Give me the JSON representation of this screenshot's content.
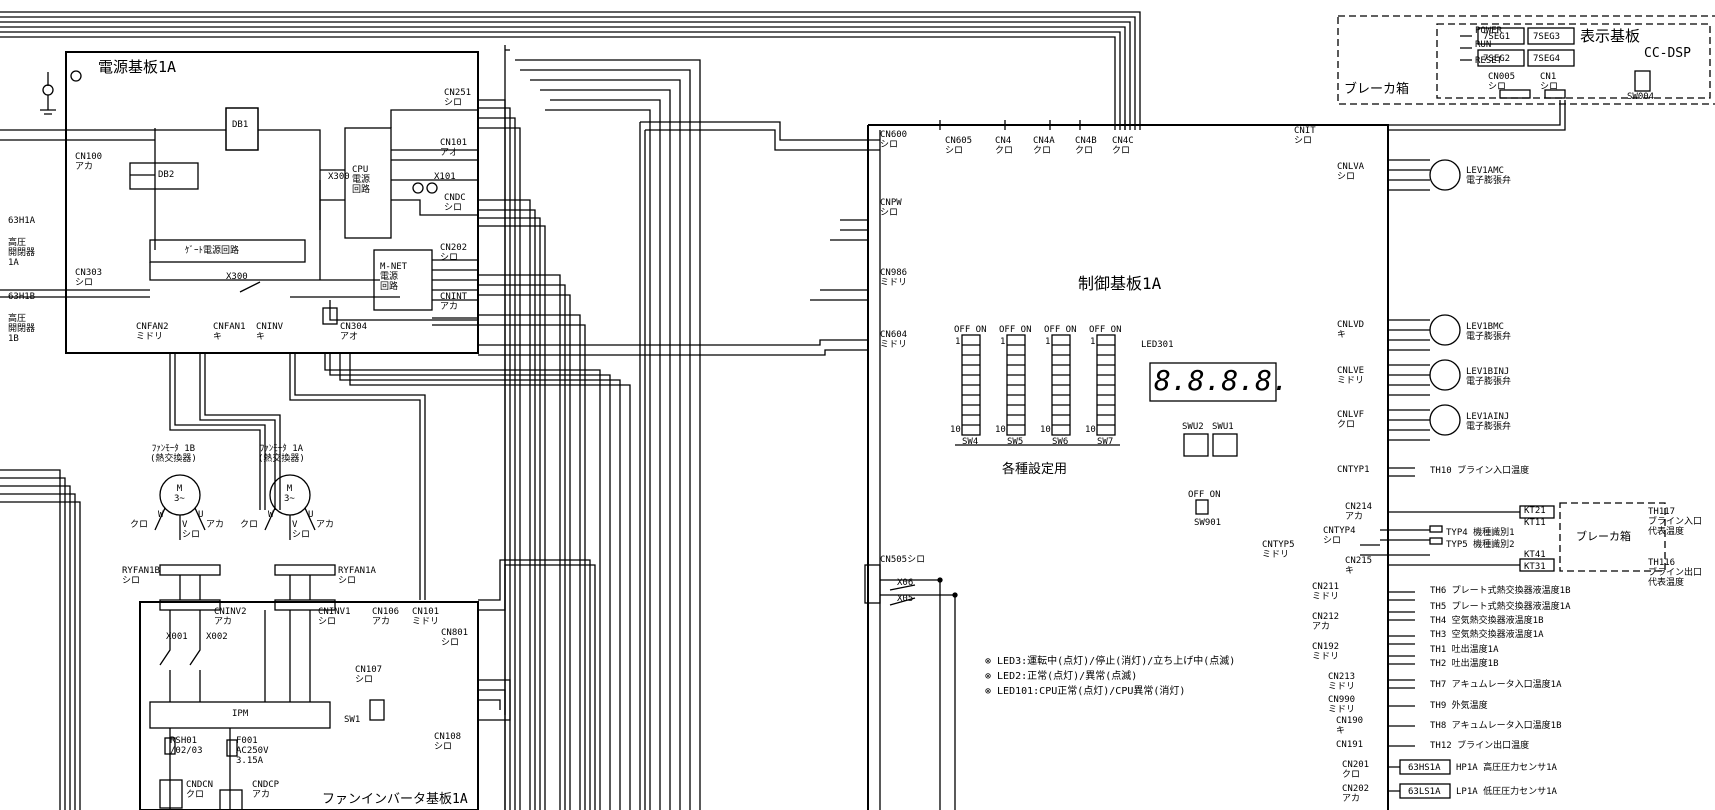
{
  "boards": {
    "power": "電源基板1A",
    "control": "制御基板1A",
    "inverter": "ファンインバータ基板1A",
    "display": "表示基板",
    "display_code": "CC-DSP",
    "breaker_box": "ブレーカ箱",
    "breaker_box2": "ブレーカ箱"
  },
  "blocks": {
    "cpu": "CPU\n電源\n回路",
    "mnet": "M-NET\n電源\n回路",
    "gate": "ｹﾞｰﾄ電源回路",
    "ipm": "IPM",
    "db1": "DB1",
    "db2": "DB2"
  },
  "power_connectors": {
    "cn100": "CN100\nアカ",
    "cn303": "CN303\nシロ",
    "cn251": "CN251\nシロ",
    "cn101": "CN101\nアオ",
    "cndc": "CNDC\nシロ",
    "cn202": "CN202\nシロ",
    "cnint": "CNINT\nアカ",
    "cn304": "CN304\nアオ",
    "cnfan2": "CNFAN2\nミドリ",
    "cnfan1": "CNFAN1\nキ",
    "cninv": "CNINV\nキ",
    "x300a": "X300",
    "x300b": "X300",
    "x101": "X101"
  },
  "pressure_switches": {
    "h1a_code": "63H1A",
    "h1a_name": "高圧\n開閉器\n1A",
    "h1b_code": "63H1B",
    "h1b_name": "高圧\n開閉器\n1B"
  },
  "fans": {
    "fan1b_title": "ﾌｧﾝﾓｰﾀ 1B\n(熱交換器)",
    "fan1a_title": "ﾌｧﾝﾓｰﾀ 1A\n(熱交換器)",
    "motor_symbol": "M\n3~",
    "ryfan1b": "RYFAN1B\nシロ",
    "ryfan1a": "RYFAN1A\nシロ",
    "phase_w": "W",
    "phase_v": "V",
    "phase_u": "U",
    "kuro": "クロ",
    "shiro": "シロ",
    "aka": "アカ"
  },
  "inverter_parts": {
    "cninv2": "CNINV2\nアカ",
    "cninv1": "CNINV1\nシロ",
    "cn106": "CN106\nアカ",
    "cn101": "CN101\nミドリ",
    "cn801": "CN801\nシロ",
    "cn107": "CN107\nシロ",
    "cn108": "CN108\nシロ",
    "x001": "X001",
    "x002": "X002",
    "rsh": "RSH01\n/02/03",
    "fuse": "F001\nAC250V\n3.15A",
    "cndcn": "CNDCN\nクロ",
    "cndcp": "CNDCP\nアカ",
    "sw1": "SW1"
  },
  "control_connectors": {
    "cn600": "CN600\nシロ",
    "cn605": "CN605\nシロ",
    "cn4": "CN4\nクロ",
    "cn4a": "CN4A\nクロ",
    "cn4b": "CN4B\nクロ",
    "cn4c": "CN4C\nクロ",
    "cnpw": "CNPW\nシロ",
    "cn986": "CN986\nミドリ",
    "cn604": "CN604\nミドリ",
    "cn505": "CN505シロ",
    "x06": "X06",
    "x05": "X05",
    "cnit": "CNIT\nシロ"
  },
  "control_panel": {
    "dip_names": [
      "SW4",
      "SW5",
      "SW6",
      "SW7"
    ],
    "off_on": "OFF  ON",
    "one": "1",
    "ten": "10",
    "settings": "各種設定用",
    "led301": "LED301",
    "seg_display": "8.8.8.8.",
    "swu2": "SWU2",
    "swu1": "SWU1",
    "sw901": "SW901"
  },
  "display_board": {
    "power": "POWER",
    "run": "RUN",
    "reset": "RESET",
    "seg": [
      "7SEG1",
      "7SEG3",
      "7SEG2",
      "7SEG4"
    ],
    "cn005": "CN005\nシロ",
    "cn1": "CN1\nシロ",
    "sw004": "SW004"
  },
  "valves": [
    {
      "conn": "CNLVA\nシロ",
      "name": "LEV1AMC\n電子膨張弁"
    },
    {
      "conn": "CNLVD\nキ",
      "name": "LEV1BMC\n電子膨張弁"
    },
    {
      "conn": "CNLVE\nミドリ",
      "name": "LEV1BINJ\n電子膨張弁"
    },
    {
      "conn": "CNLVF\nクロ",
      "name": "LEV1AINJ\n電子膨張弁"
    }
  ],
  "sensors": {
    "cntyp1": "CNTYP1",
    "th10": "TH10 ブライン入口温度",
    "cn214": "CN214\nアカ",
    "cntyp4": "CNTYP4\nシロ",
    "cntyp5": "CNTYP5\nミドリ",
    "cn215": "CN215\nキ",
    "typ4": "TYP4 機種識別1",
    "typ5": "TYP5 機種識別2",
    "kt21": "KT21",
    "kt11": "KT11",
    "kt41": "KT41",
    "kt31": "KT31",
    "th117": "TH117\nブライン入口\n代表温度",
    "th116": "TH116\nブライン出口\n代表温度",
    "cn211": "CN211\nミドリ",
    "th6": "TH6  プレート式熱交換器液温度1B",
    "th5": "TH5  プレート式熱交換器液温度1A",
    "cn212": "CN212\nアカ",
    "th4": "TH4  空気熱交換器液温度1B",
    "th3": "TH3  空気熱交換器液温度1A",
    "cn192": "CN192\nミドリ",
    "th1": "TH1  吐出温度1A",
    "th2": "TH2  吐出温度1B",
    "cn213": "CN213\nミドリ",
    "th7": "TH7  アキュムレータ入口温度1A",
    "cn990": "CN990\nミドリ",
    "th9": "TH9  外気温度",
    "cn190": "CN190\nキ",
    "th8": "TH8  アキュムレータ入口温度1B",
    "cn191": "CN191",
    "th12": "TH12 ブライン出口温度",
    "cn201": "CN201\nクロ",
    "hs1a": "63HS1A",
    "hp1a": "HP1A 高圧圧力センサ1A",
    "cn202": "CN202\nアカ",
    "ls1a": "63LS1A",
    "lp1a": "LP1A 低圧圧力センサ1A"
  },
  "legend": [
    "⊗ LED3:運転中(点灯)/停止(消灯)/立ち上げ中(点滅)",
    "⊗ LED2:正常(点灯)/異常(点滅)",
    "⊗ LED101:CPU正常(点灯)/CPU異常(消灯)"
  ]
}
